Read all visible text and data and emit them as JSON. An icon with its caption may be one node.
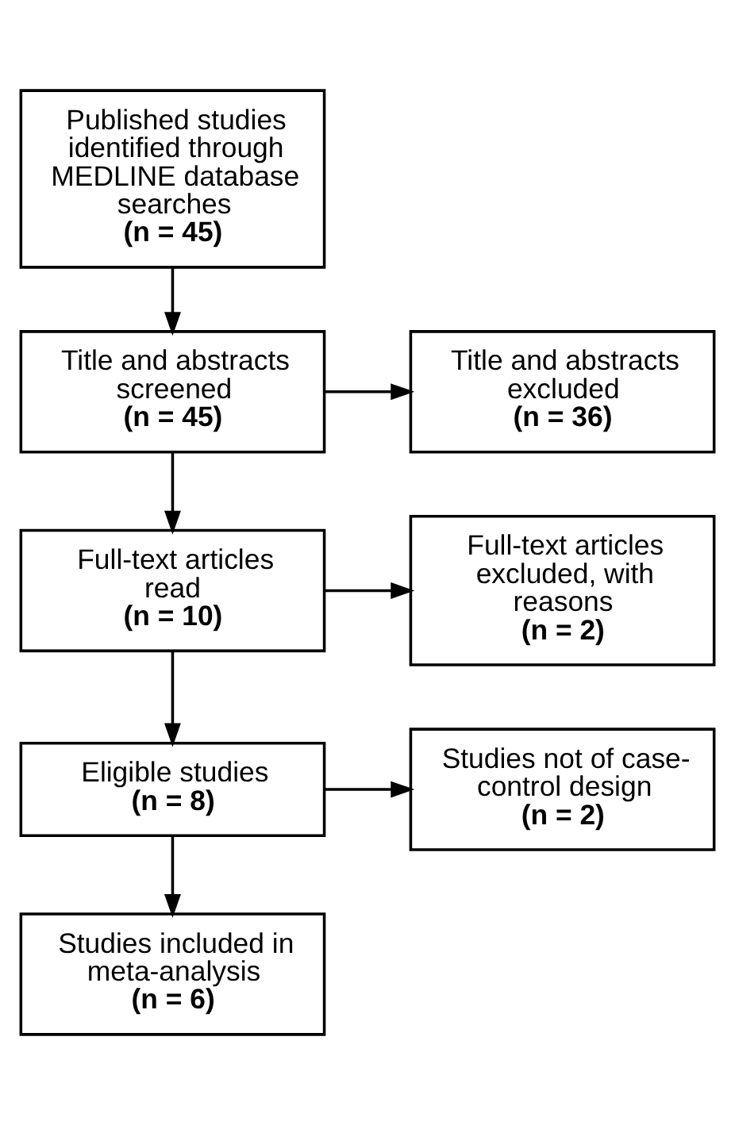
{
  "diagram": {
    "nodes": [
      {
        "text": [
          "Published studies identified through MEDLINE database searches",
          "(n = 45)"
        ]
      },
      {
        "text": [
          "Title and abstracts screened",
          "(n = 45)"
        ]
      },
      {
        "text": [
          "Title and abstracts excluded",
          "(n = 36)"
        ]
      },
      {
        "text": [
          "Full-text articles read",
          "(n = 10)"
        ]
      },
      {
        "text": [
          "Full-text articles excluded, with reasons",
          "(n = 2)"
        ]
      },
      {
        "text": [
          "Eligible studies",
          "(n = 8)"
        ]
      },
      {
        "text": [
          "Studies not of case-control design",
          "(n = 2)"
        ]
      },
      {
        "text": [
          "Studies included in meta-analysis",
          "(n = 6)"
        ]
      }
    ],
    "edges": [
      {
        "from": 0,
        "to": 1,
        "arrow": "to"
      },
      {
        "from": 1,
        "to": 2,
        "arrow": "to"
      },
      {
        "from": 1,
        "to": 3,
        "arrow": "to"
      },
      {
        "from": 3,
        "to": 4,
        "arrow": "to"
      },
      {
        "from": 3,
        "to": 5,
        "arrow": "to"
      },
      {
        "from": 5,
        "to": 6,
        "arrow": "to"
      },
      {
        "from": 5,
        "to": 7,
        "arrow": "to"
      }
    ]
  }
}
